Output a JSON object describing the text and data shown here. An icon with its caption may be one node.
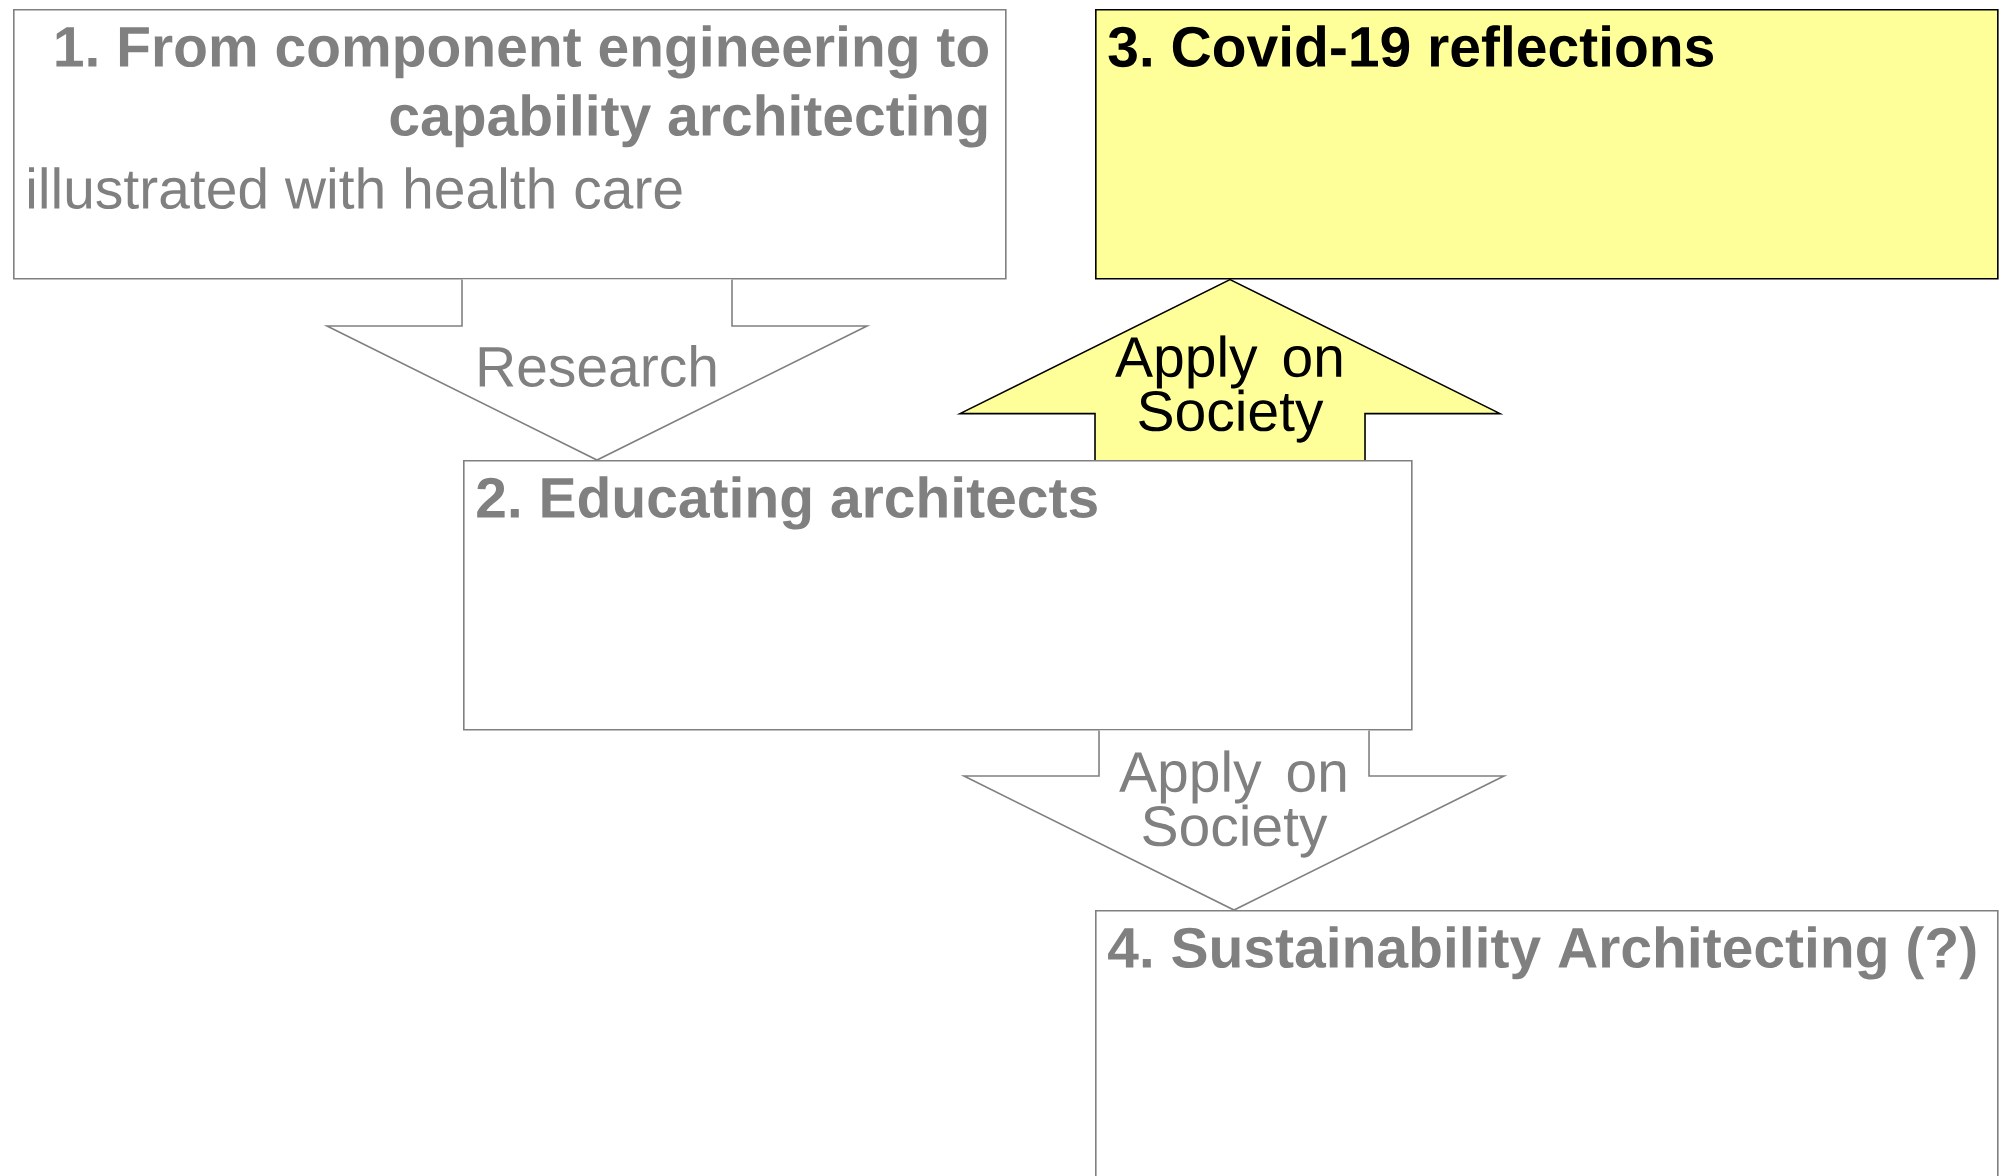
{
  "diagram": {
    "nodes": [
      {
        "text": [
          "1. From component engineering to capability architecting",
          "illustrated with health care"
        ]
      },
      {
        "text": [
          "3. Covid-19 reflections"
        ]
      },
      {
        "text": [
          "2. Educating architects"
        ]
      },
      {
        "text": [
          "4. Sustainability Architecting (?)"
        ]
      }
    ],
    "edges": [
      {
        "from": 0,
        "to": 2,
        "arrow": "to",
        "label": "Research"
      },
      {
        "from": 2,
        "to": 1,
        "arrow": "to",
        "label": "Apply on Society",
        "color": "#000000"
      },
      {
        "from": 2,
        "to": 3,
        "arrow": "to",
        "label": "Apply on Society"
      }
    ]
  }
}
